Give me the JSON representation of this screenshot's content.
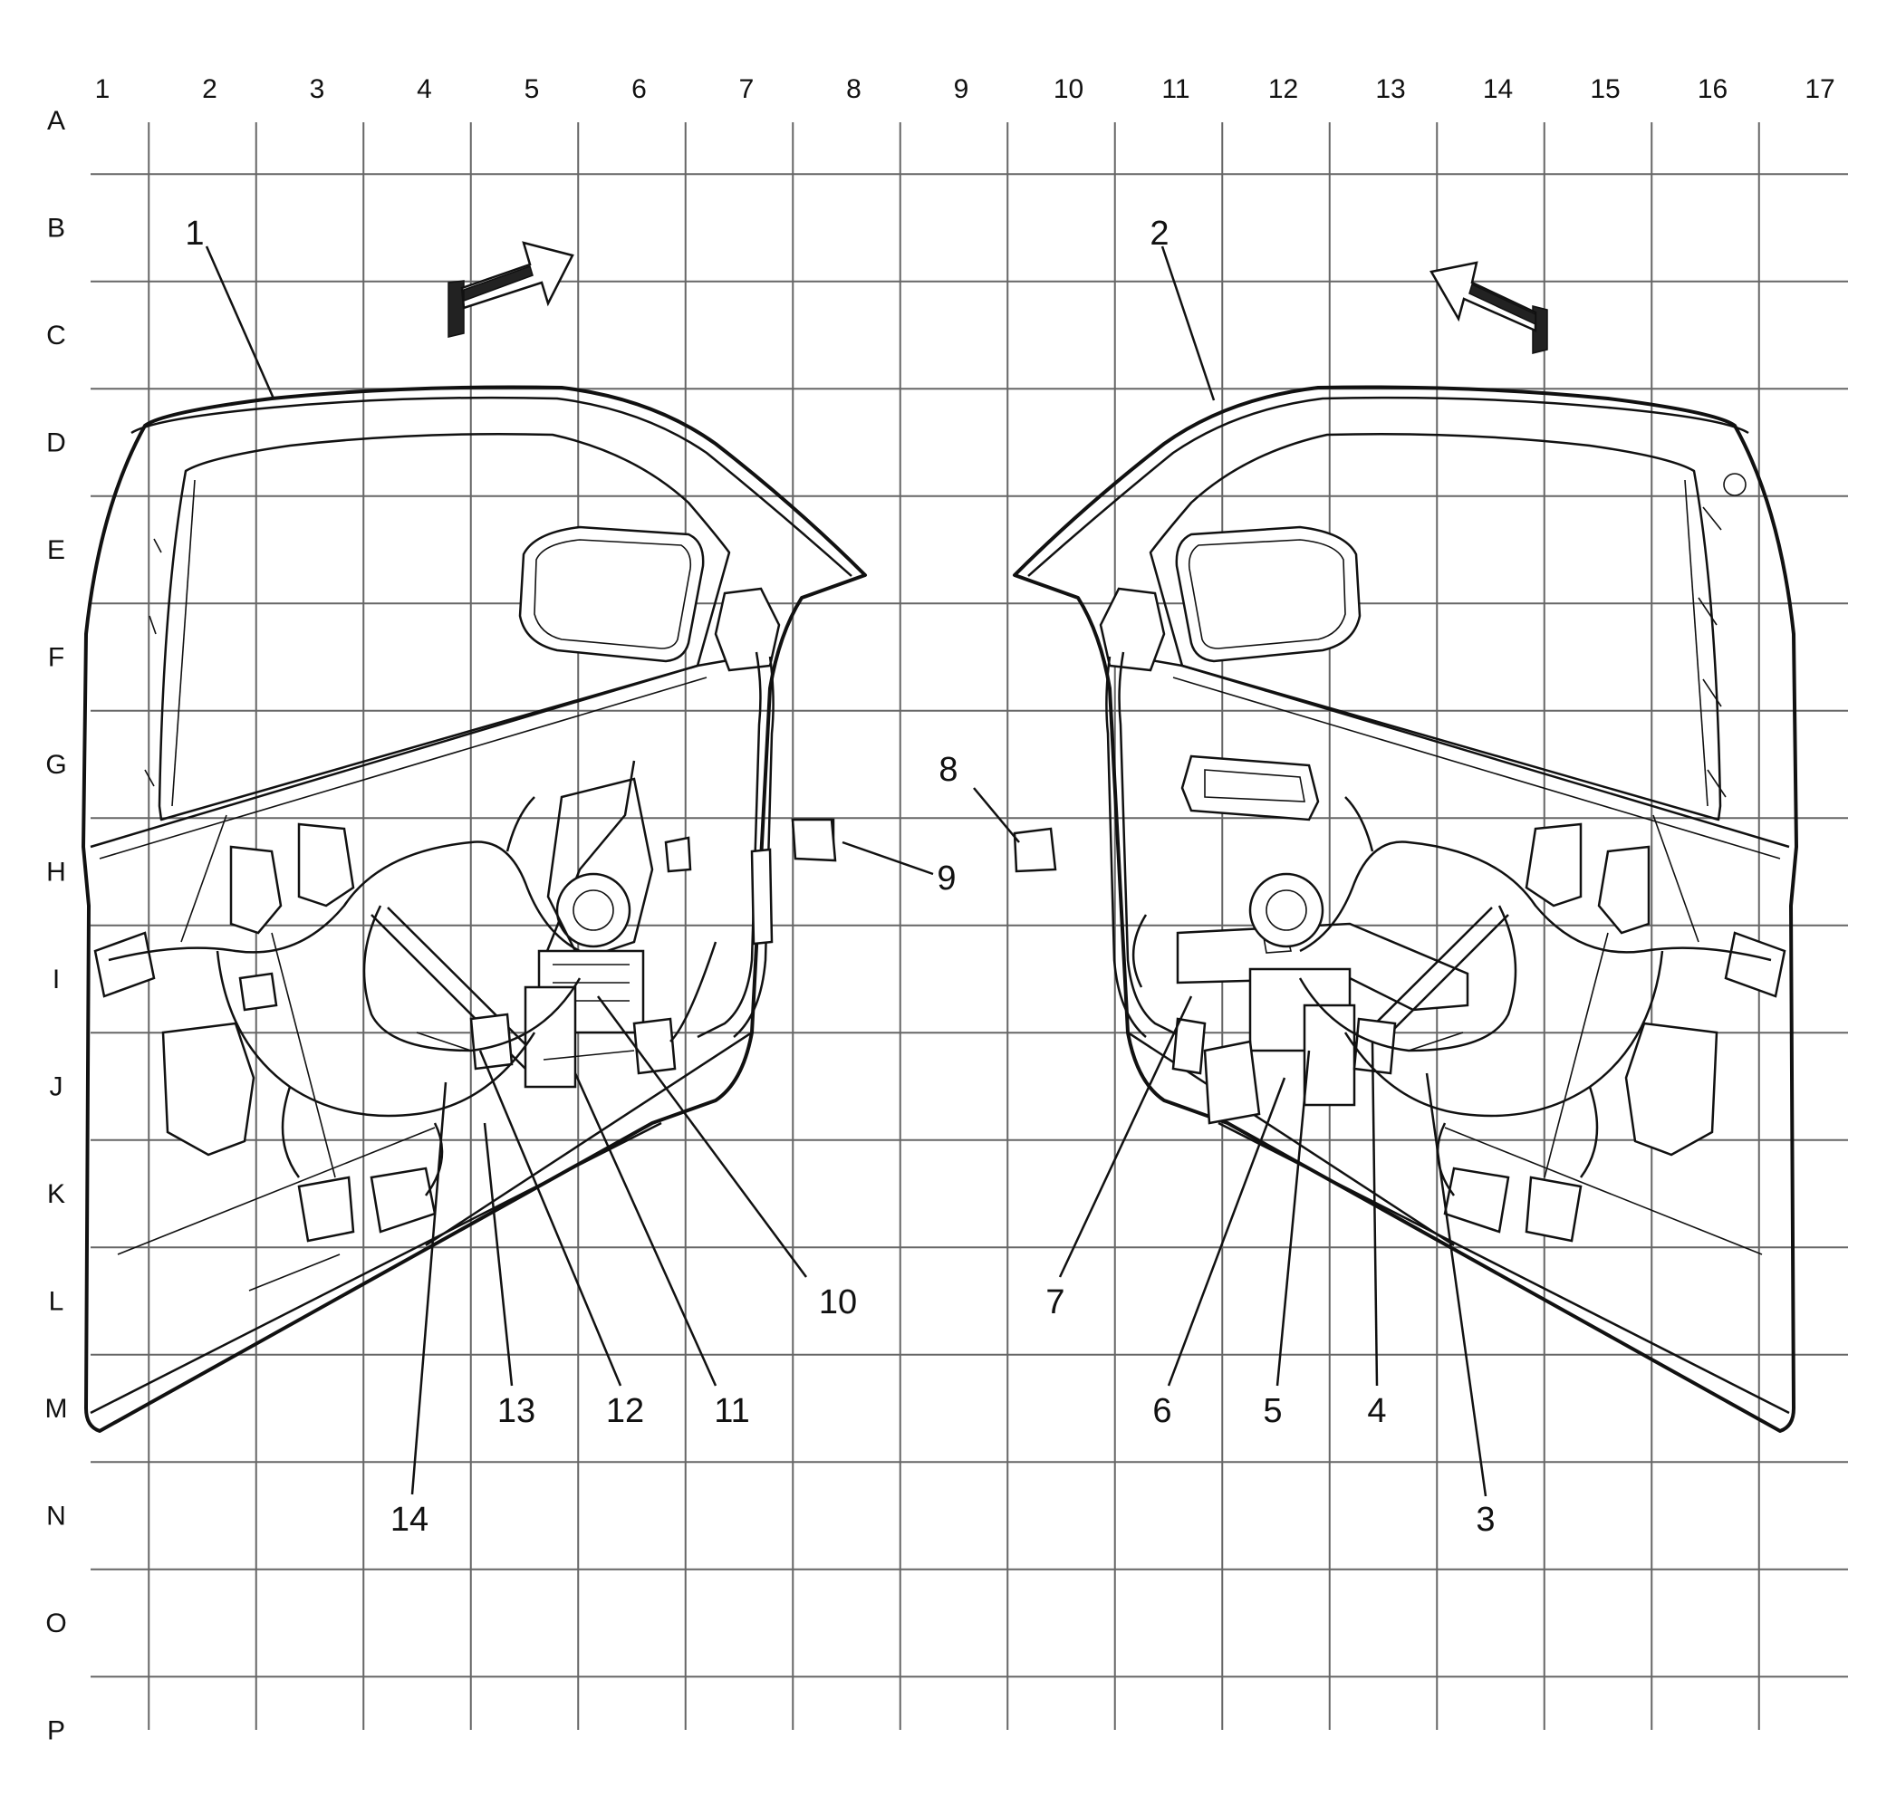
{
  "grid": {
    "columns": [
      "1",
      "2",
      "3",
      "4",
      "5",
      "6",
      "7",
      "8",
      "9",
      "10",
      "11",
      "12",
      "13",
      "14",
      "15",
      "16",
      "17"
    ],
    "rows": [
      "A",
      "B",
      "C",
      "D",
      "E",
      "F",
      "G",
      "H",
      "I",
      "J",
      "K",
      "L",
      "M",
      "N",
      "O",
      "P"
    ]
  },
  "callouts": [
    "1",
    "2",
    "3",
    "4",
    "5",
    "6",
    "7",
    "8",
    "9",
    "10",
    "11",
    "12",
    "13",
    "14"
  ],
  "icons": {
    "left_arrow": "forward-direction-arrow-icon",
    "right_arrow": "forward-direction-arrow-icon"
  },
  "colors": {
    "line": "#111111",
    "grid": "#666666",
    "background": "#ffffff"
  }
}
